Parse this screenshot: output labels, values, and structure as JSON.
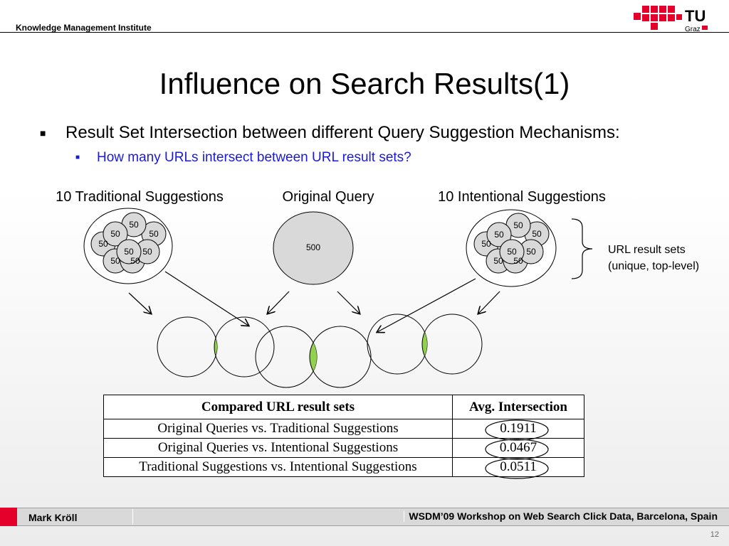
{
  "header": {
    "institute": "Knowledge Management Institute",
    "logo_text": "TU",
    "logo_subtext": "Graz"
  },
  "slide": {
    "title": "Influence on Search Results(1)",
    "bullet_1": "Result Set Intersection between different Query Suggestion Mechanisms:",
    "bullet_1_1": "How many URLs intersect between URL result sets?"
  },
  "diagram": {
    "label_traditional": "10 Traditional Suggestions",
    "label_original": "Original Query",
    "label_intentional": "10 Intentional Suggestions",
    "small_set_value": "50",
    "original_set_value": "500",
    "brace_label_line1": "URL result sets",
    "brace_label_line2": "(unique, top-level)",
    "intersection_color": "#92d050"
  },
  "table": {
    "headers": [
      "Compared URL result sets",
      "Avg. Intersection"
    ],
    "rows": [
      {
        "comparison": "Original Queries vs. Traditional Suggestions",
        "value": "0.1911"
      },
      {
        "comparison": "Original Queries vs. Intentional Suggestions",
        "value": "0.0467"
      },
      {
        "comparison": "Traditional Suggestions vs. Intentional Suggestions",
        "value": "0.0511"
      }
    ]
  },
  "footer": {
    "author": "Mark Kröll",
    "event": "WSDM’09 Workshop on Web Search Click Data, Barcelona, Spain",
    "page_number": "12",
    "accent_color": "#e4002b"
  }
}
